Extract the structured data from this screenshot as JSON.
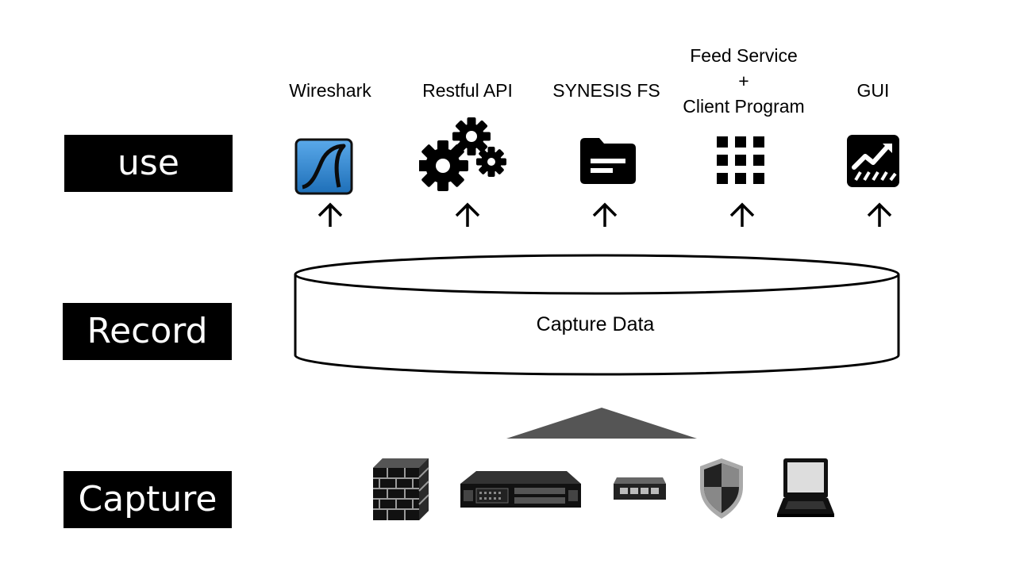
{
  "layers": {
    "use": "use",
    "record": "Record",
    "capture": "Capture"
  },
  "tools": [
    {
      "name": "Wireshark",
      "icon": "wireshark-fin-icon"
    },
    {
      "name": "Restful API",
      "icon": "gears-icon"
    },
    {
      "name": "SYNESIS FS",
      "icon": "folder-icon"
    },
    {
      "name_lines": [
        "Feed Service",
        "+",
        "Client Program"
      ],
      "icon": "app-grid-icon"
    },
    {
      "name": "GUI",
      "icon": "line-chart-icon"
    }
  ],
  "storage": {
    "label": "Capture Data",
    "icon": "database-cylinder"
  },
  "devices": [
    {
      "icon": "firewall-brick-icon"
    },
    {
      "icon": "server-rack-icon"
    },
    {
      "icon": "network-switch-icon"
    },
    {
      "icon": "shield-icon"
    },
    {
      "icon": "laptop-icon"
    }
  ],
  "colors": {
    "label_background": "#000000",
    "label_text": "#ffffff",
    "wireshark_blue": "#3a8fd6",
    "funnel_gray": "#555555"
  }
}
